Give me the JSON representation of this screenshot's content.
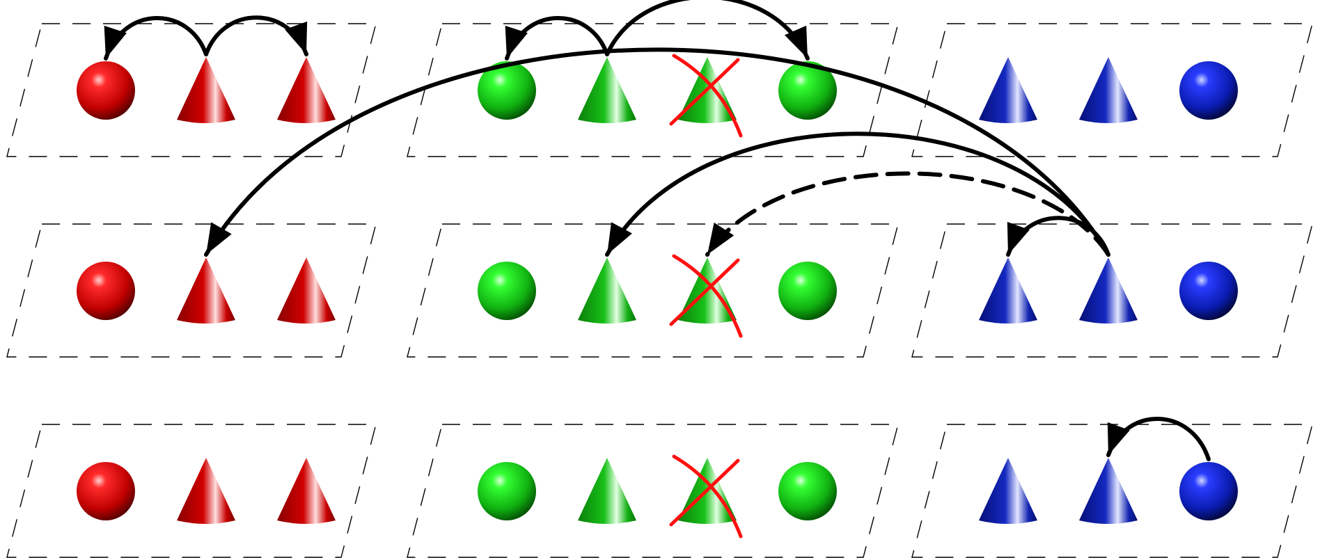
{
  "colors": {
    "red": "#d00000",
    "green": "#10c010",
    "blue": "#0a1fb8",
    "cross": "#ff1010",
    "arrow": "#000000",
    "panel_border": "#000000"
  },
  "rows": [
    {
      "groups": [
        {
          "color": "red",
          "objects": [
            "sphere",
            "cone",
            "cone"
          ],
          "crossed": []
        },
        {
          "color": "green",
          "objects": [
            "sphere",
            "cone",
            "cone",
            "sphere"
          ],
          "crossed": [
            2
          ]
        },
        {
          "color": "blue",
          "objects": [
            "cone",
            "cone",
            "sphere"
          ],
          "crossed": []
        }
      ]
    },
    {
      "groups": [
        {
          "color": "red",
          "objects": [
            "sphere",
            "cone",
            "cone"
          ],
          "crossed": []
        },
        {
          "color": "green",
          "objects": [
            "sphere",
            "cone",
            "cone",
            "sphere"
          ],
          "crossed": [
            2
          ]
        },
        {
          "color": "blue",
          "objects": [
            "cone",
            "cone",
            "sphere"
          ],
          "crossed": []
        }
      ]
    },
    {
      "groups": [
        {
          "color": "red",
          "objects": [
            "sphere",
            "cone",
            "cone"
          ],
          "crossed": []
        },
        {
          "color": "green",
          "objects": [
            "sphere",
            "cone",
            "cone",
            "sphere"
          ],
          "crossed": [
            2
          ]
        },
        {
          "color": "blue",
          "objects": [
            "cone",
            "cone",
            "sphere"
          ],
          "crossed": []
        }
      ]
    }
  ],
  "arrows": [
    {
      "row": 0,
      "from": [
        0,
        1
      ],
      "to": [
        0,
        0
      ],
      "style": "solid"
    },
    {
      "row": 0,
      "from": [
        0,
        1
      ],
      "to": [
        0,
        2
      ],
      "style": "solid"
    },
    {
      "row": 0,
      "from": [
        1,
        1
      ],
      "to": [
        1,
        0
      ],
      "style": "solid"
    },
    {
      "row": 0,
      "from": [
        1,
        1
      ],
      "to": [
        1,
        3
      ],
      "style": "solid"
    },
    {
      "row": 1,
      "from": [
        2,
        1
      ],
      "to": [
        0,
        1
      ],
      "style": "solid"
    },
    {
      "row": 1,
      "from": [
        2,
        1
      ],
      "to": [
        1,
        1
      ],
      "style": "solid"
    },
    {
      "row": 1,
      "from": [
        2,
        1
      ],
      "to": [
        1,
        2
      ],
      "style": "dashed"
    },
    {
      "row": 1,
      "from": [
        2,
        1
      ],
      "to": [
        2,
        0
      ],
      "style": "solid"
    },
    {
      "row": 2,
      "from": [
        2,
        2
      ],
      "to": [
        2,
        1
      ],
      "style": "solid"
    }
  ]
}
